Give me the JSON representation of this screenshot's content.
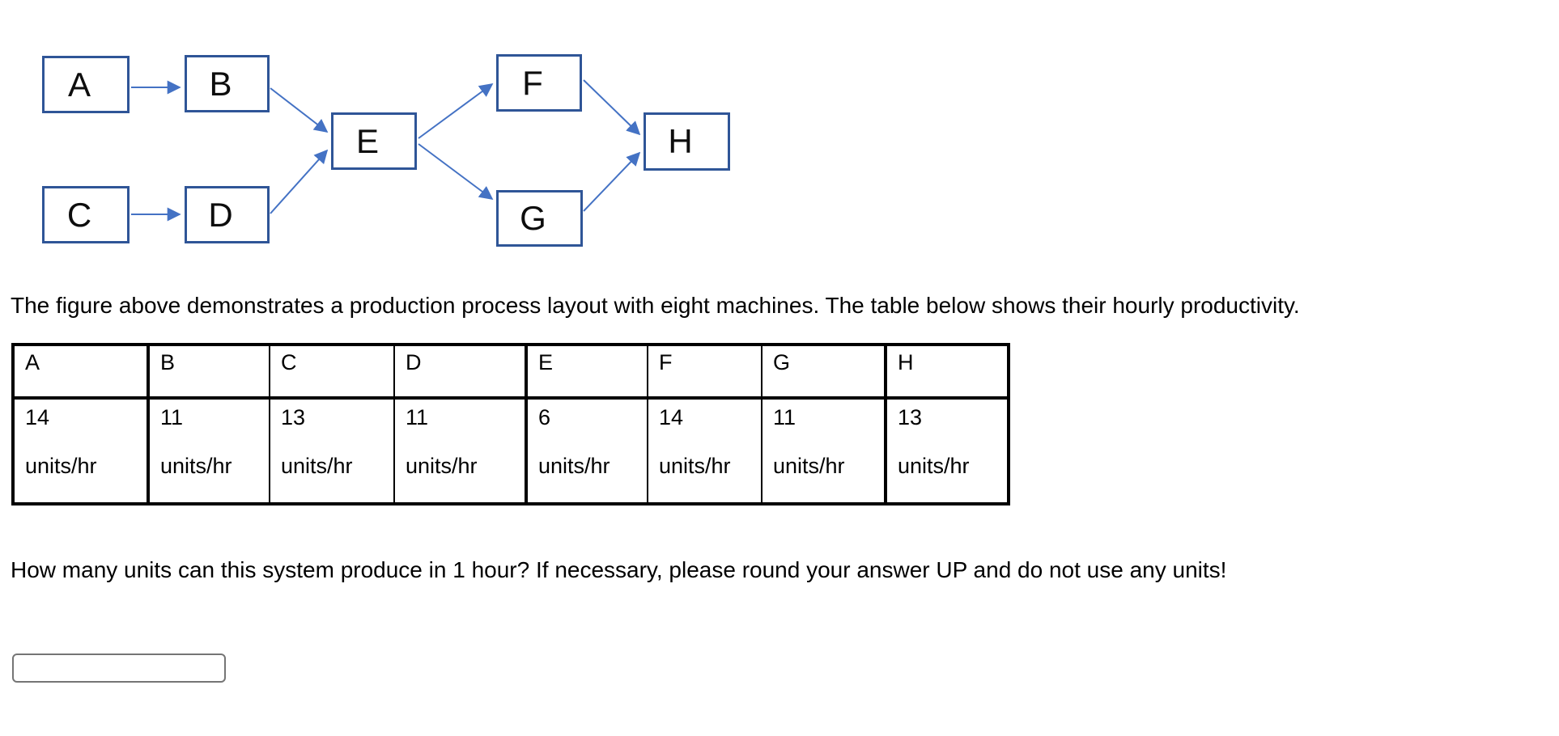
{
  "diagram": {
    "box_border_color": "#2F5597",
    "arrow_color": "#4472C4",
    "nodes": [
      {
        "id": "A",
        "label": "A"
      },
      {
        "id": "B",
        "label": "B"
      },
      {
        "id": "C",
        "label": "C"
      },
      {
        "id": "D",
        "label": "D"
      },
      {
        "id": "E",
        "label": "E"
      },
      {
        "id": "F",
        "label": "F"
      },
      {
        "id": "G",
        "label": "G"
      },
      {
        "id": "H",
        "label": "H"
      }
    ],
    "edges": [
      {
        "from": "A",
        "to": "B"
      },
      {
        "from": "C",
        "to": "D"
      },
      {
        "from": "B",
        "to": "E"
      },
      {
        "from": "D",
        "to": "E"
      },
      {
        "from": "E",
        "to": "F"
      },
      {
        "from": "E",
        "to": "G"
      },
      {
        "from": "F",
        "to": "H"
      },
      {
        "from": "G",
        "to": "H"
      }
    ]
  },
  "intro_text": "The figure above demonstrates a production process layout with eight machines. The table below shows their hourly productivity.",
  "table": {
    "columns": [
      {
        "label": "A",
        "rate": "14",
        "unit": "units/hr"
      },
      {
        "label": "B",
        "rate": "11",
        "unit": "units/hr"
      },
      {
        "label": "C",
        "rate": "13",
        "unit": "units/hr"
      },
      {
        "label": "D",
        "rate": "11",
        "unit": "units/hr"
      },
      {
        "label": "E",
        "rate": "6",
        "unit": "units/hr"
      },
      {
        "label": "F",
        "rate": "14",
        "unit": "units/hr"
      },
      {
        "label": "G",
        "rate": "11",
        "unit": "units/hr"
      },
      {
        "label": "H",
        "rate": "13",
        "unit": "units/hr"
      }
    ]
  },
  "question_text": "How many units can this system produce in 1 hour? If necessary, please round your answer UP and do not use any units!",
  "answer_input": {
    "value": "",
    "placeholder": ""
  }
}
